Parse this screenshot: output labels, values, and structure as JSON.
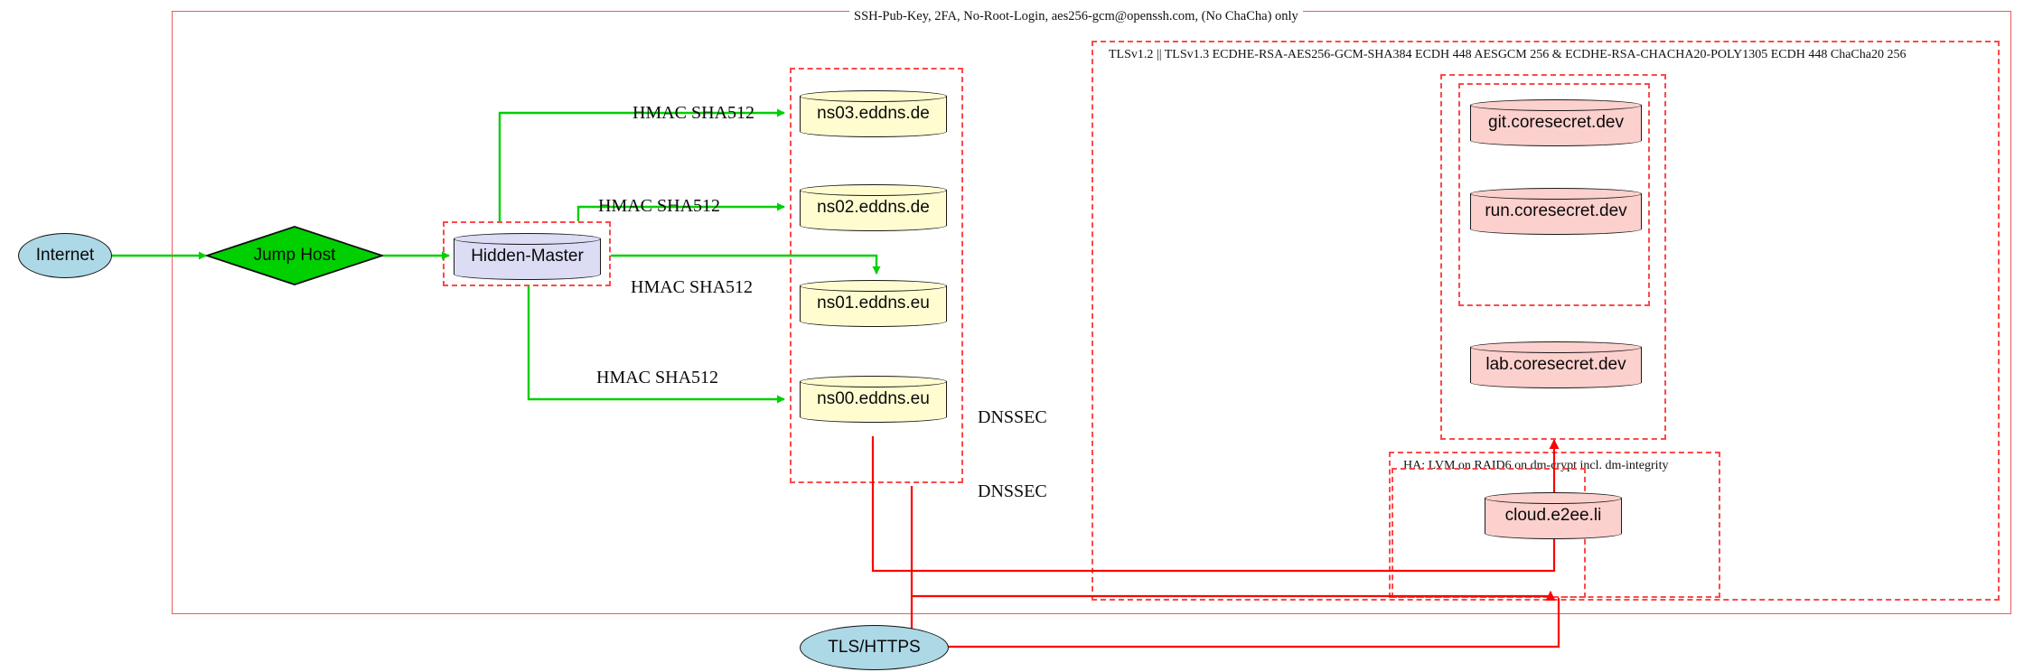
{
  "diagram": {
    "title_label": "SSH-Pub-Key, 2FA, No-Root-Login, aes256-gcm@openssh.com, (No ChaCha) only",
    "tls_label": "TLSv1.2 || TLSv1.3 ECDHE-RSA-AES256-GCM-SHA384 ECDH 448 AESGCM 256 & ECDHE-RSA-CHACHA20-POLY1305 ECDH 448 ChaCha20 256",
    "ha_label": "HA: LVM on RAID6 on dm-crypt incl. dm-integrity",
    "colors": {
      "cluster_solid": "#f05a5a",
      "cluster_dash": "#fb4a4a",
      "edge_green": "#00d000",
      "edge_red": "#ff0000",
      "node_blue": "#add8e6",
      "node_green": "#00d000",
      "node_cream": "#fffdd0",
      "node_pink": "#fcd0cd",
      "node_lavender": "#dcdcf5"
    }
  },
  "nodes": {
    "internet": "Internet",
    "jump_host": "Jump Host",
    "hidden_master": "Hidden-Master",
    "ns03": "ns03.eddns.de",
    "ns02": "ns02.eddns.de",
    "ns01": "ns01.eddns.eu",
    "ns00": "ns00.eddns.eu",
    "git": "git.coresecret.dev",
    "run": "run.coresecret.dev",
    "lab": "lab.coresecret.dev",
    "cloud": "cloud.e2ee.li",
    "tls_https": "TLS/HTTPS"
  },
  "edge_labels": {
    "hmac_ns03": "HMAC SHA512",
    "hmac_ns02": "HMAC SHA512",
    "hmac_ns01": "HMAC SHA512",
    "hmac_ns00": "HMAC SHA512",
    "dnssec_1": "DNSSEC",
    "dnssec_2": "DNSSEC"
  }
}
